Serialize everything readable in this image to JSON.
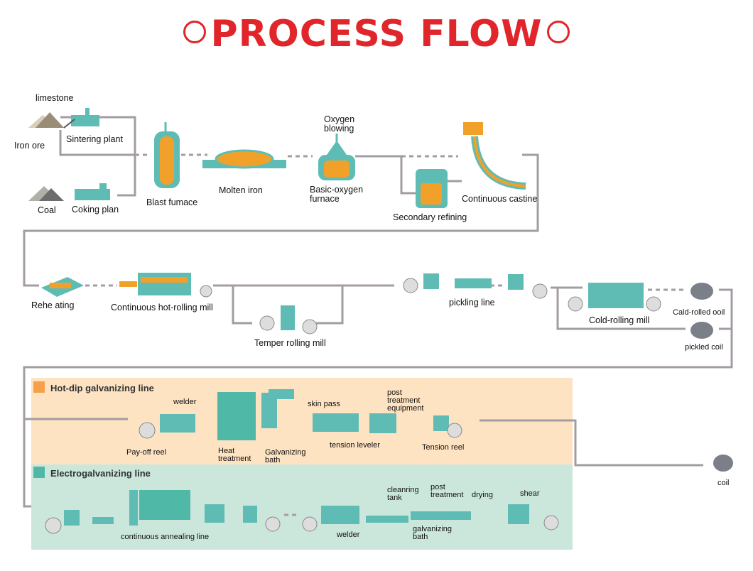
{
  "title": "PROCESS FLOW",
  "colors": {
    "title": "#e0262a",
    "line": "#a39ca3",
    "machine": "#5fbcb5",
    "hot": "#f1a12a",
    "hotdip_bg": "#fde3c2",
    "electro_bg": "#cbe7dc"
  },
  "stage1": {
    "limestone": "limestone",
    "iron_ore": "Iron ore",
    "sintering_plant": "Sintering plant",
    "coal": "Coal",
    "coking_plant": "Coking plan",
    "blast_furnace": "Blast fumace",
    "molten_iron": "Molten iron",
    "oxygen_blowing": [
      "Oxygen",
      "blowing"
    ],
    "basic_oxygen_furnace": [
      "Basic-oxygen",
      "furnace"
    ],
    "secondary_refining": "Secondary refining",
    "continuous_casting": "Continuous castine"
  },
  "stage2": {
    "reheating": "Rehe ating",
    "hot_rolling": "Continuous hot-rolling mill",
    "temper_rolling": "Temper rolling mill",
    "pickling": "pickling line",
    "cold_rolling": "Cold-rolling mill",
    "cold_rolled_coil": "Cald-rolled ooil",
    "pickled_coil": "pickled coil"
  },
  "hotdip": {
    "header": "Hot-dip galvanizing line",
    "welder": "welder",
    "payoff_reel": "Pay-off reel",
    "heat_treatment": [
      "Heat",
      "treatment"
    ],
    "galvanizing_bath": [
      "Galvanizing",
      "bath"
    ],
    "skin_pass": "skin pass",
    "post_treatment": [
      "post",
      "treatment",
      "equipment"
    ],
    "tension_leveler": "tension leveler",
    "tension_reel": "Tension reel"
  },
  "electro": {
    "header": "Electrogalvanizing line",
    "continuous_annealing": "continuous annealing line",
    "welder": "welder",
    "cleaning_tank": [
      "cleanring",
      "tank"
    ],
    "post_treatment": [
      "post",
      "treatment"
    ],
    "drying": "drying",
    "shear": "shear",
    "galvanizing_bath": [
      "galvanizing",
      "bath"
    ]
  },
  "coil": "coil"
}
